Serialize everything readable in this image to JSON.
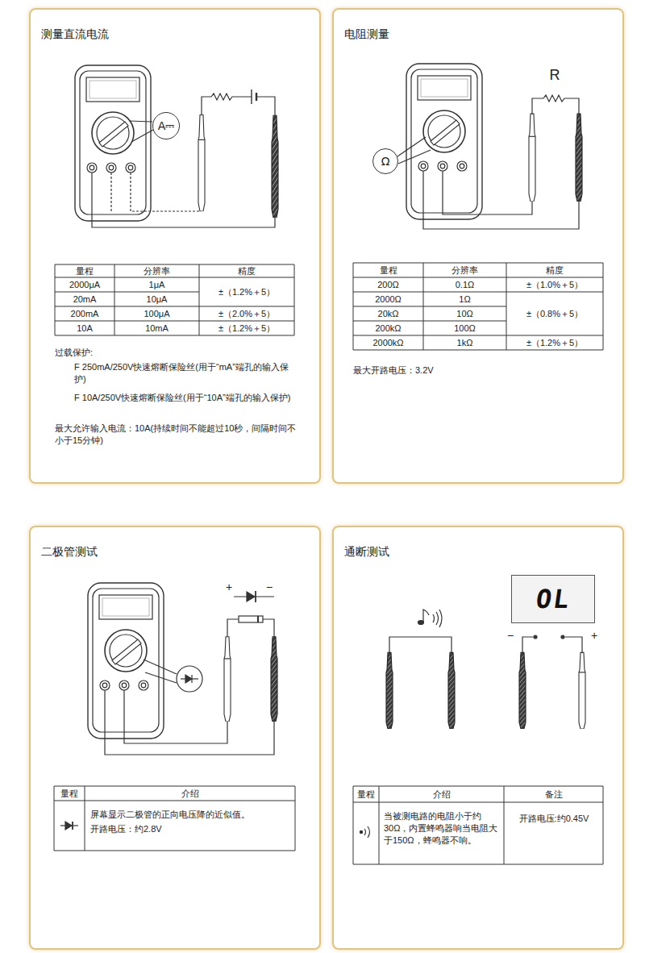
{
  "diagram": {
    "nodes": [
      {
        "text": [
          "测量直流电流"
        ]
      },
      {
        "text": [
          "A⎓"
        ],
        "in": 0
      },
      {
        "text": [
          "电阻测量"
        ]
      },
      {
        "text": [
          "Ω"
        ],
        "in": 2
      },
      {
        "text": [
          "二极管测试"
        ]
      },
      {
        "text": [
          "通断测试"
        ]
      },
      {
        "text": [
          "OL"
        ],
        "in": 5
      }
    ],
    "labels": [
      "量程",
      "分辨率",
      "精度",
      "2000μA",
      "1μA",
      "±（1.2%＋5）",
      "20mA",
      "10μA",
      "200mA",
      "100μA",
      "±（2.0%＋5）",
      "10A",
      "10mA",
      "±（1.2%＋5）",
      "过载保护:",
      "F 250mA/250V快速熔断保险丝(用于“mA”端孔的输入保护)",
      "F 10A/250V快速熔断保险丝(用于“10A”端孔的输入保护)",
      "最大允许输入电流：10A(持续时间不能超过10秒，间隔时间不小于15分钟)",
      "R",
      "量程",
      "分辨率",
      "精度",
      "200Ω",
      "0.1Ω",
      "±（1.0%＋5）",
      "2000Ω",
      "1Ω",
      "±（0.8%＋5）",
      "20kΩ",
      "10Ω",
      "200kΩ",
      "100Ω",
      "2000kΩ",
      "1kΩ",
      "±（1.2%＋5）",
      "最大开路电压：3.2V",
      "+",
      "−",
      "量程",
      "介绍",
      "屏幕显示二极管的正向电压降的近似值。",
      "开路电压：约2.8V",
      "−",
      "+",
      "量程",
      "介绍",
      "备注",
      "当被测电路的电阻小于约30Ω，内置蜂鸣器响当电阻大于150Ω，蜂鸣器不响。",
      "开路电压:约0.45V"
    ]
  }
}
